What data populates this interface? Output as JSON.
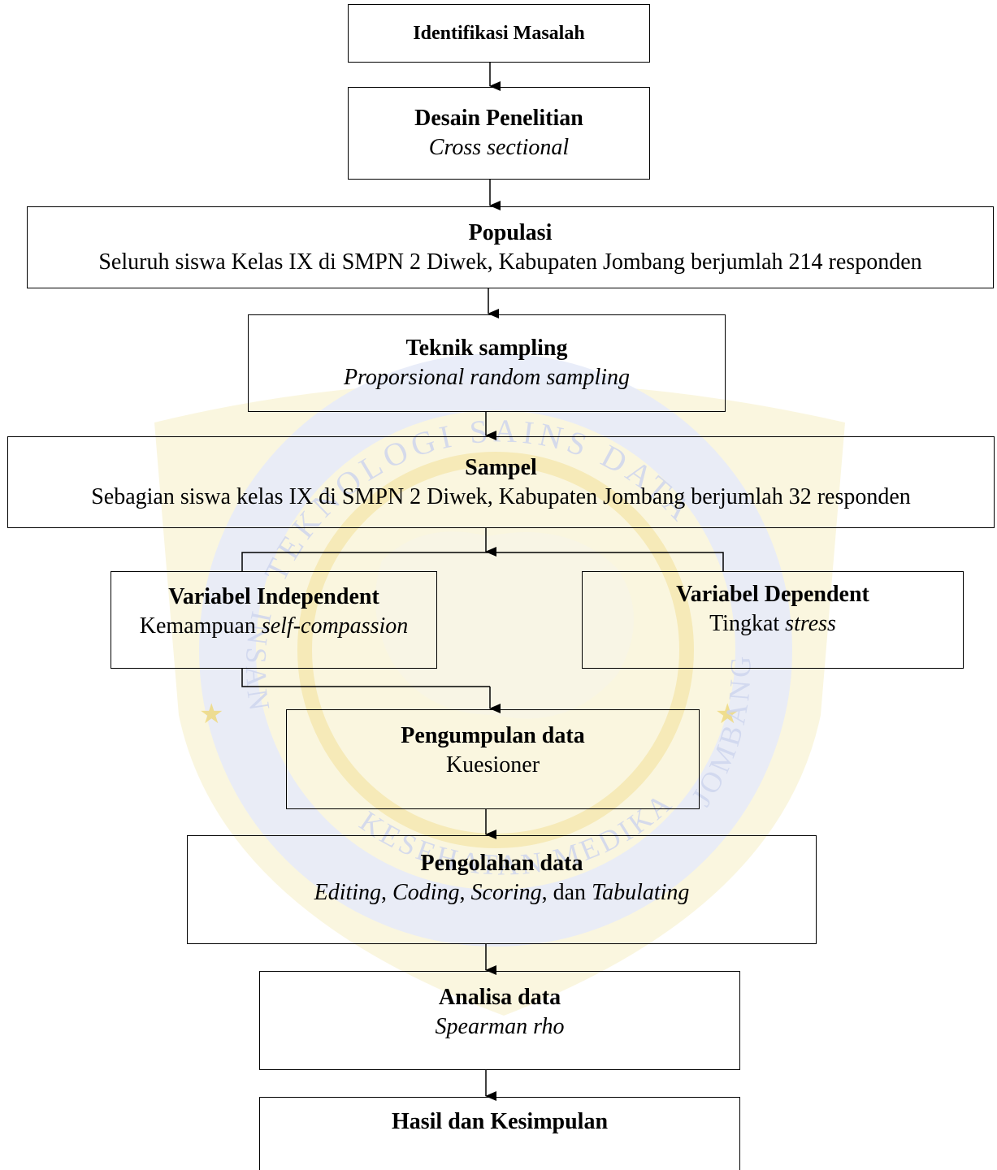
{
  "watermark": {
    "arc_top": "TEKNOLOGI SAINS DATA",
    "arc_bottom": "KESEHATAN MEDIKA",
    "arc_left": "INSAN",
    "arc_right": "JOMBANG",
    "color_fill": "#f5eec4",
    "color_ring": "#e7ebf8"
  },
  "boxes": {
    "identifikasi": {
      "title": "Identifikasi Masalah"
    },
    "desain": {
      "title": "Desain Penelitian",
      "sub": "Cross sectional"
    },
    "populasi": {
      "title": "Populasi",
      "sub": "Seluruh siswa Kelas IX di SMPN 2 Diwek, Kabupaten Jombang berjumlah 214 responden"
    },
    "teknik": {
      "title": "Teknik sampling",
      "sub": "Proporsional random sampling"
    },
    "sampel": {
      "title": "Sampel",
      "sub": "Sebagian siswa kelas IX di SMPN 2 Diwek, Kabupaten Jombang berjumlah 32 responden"
    },
    "independent": {
      "title": "Variabel Independent",
      "sub_plain": "Kemampuan ",
      "sub_italic": "self-compassion"
    },
    "dependent": {
      "title": "Variabel Dependent",
      "sub_plain": "Tingkat ",
      "sub_italic": "stress"
    },
    "pengumpulan": {
      "title": "Pengumpulan data",
      "sub": "Kuesioner"
    },
    "pengolahan": {
      "title": "Pengolahan data",
      "parts": [
        "Editing",
        ", ",
        "Coding",
        ", ",
        "Scoring",
        ", dan ",
        "Tabulating"
      ]
    },
    "analisa": {
      "title": "Analisa data",
      "sub": "Spearman rho"
    },
    "hasil": {
      "title": "Hasil dan Kesimpulan"
    }
  }
}
